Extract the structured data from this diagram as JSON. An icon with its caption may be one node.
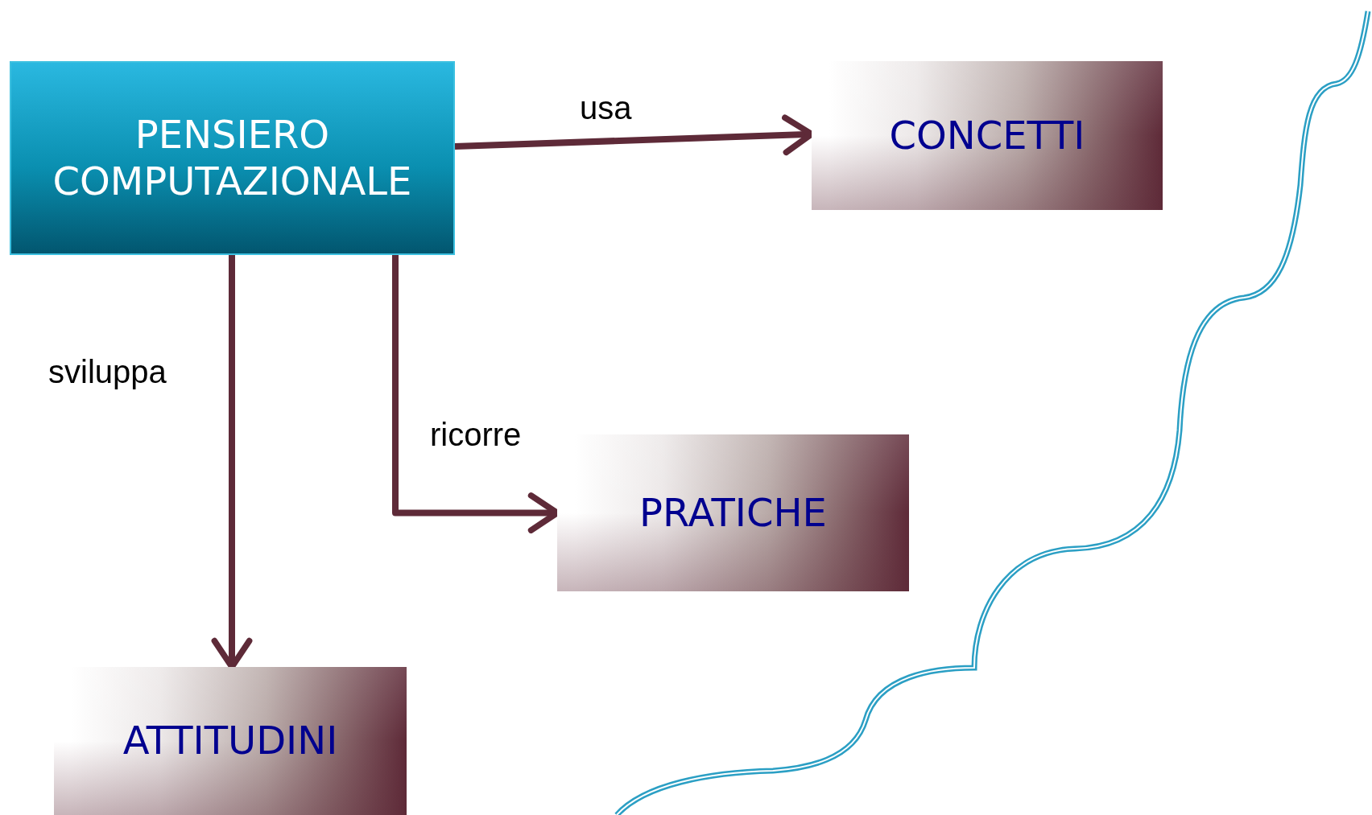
{
  "diagram": {
    "nodes": [
      {
        "text": [
          "PENSIERO COMPUTAZIONALE"
        ]
      },
      {
        "text": [
          "CONCETTI"
        ]
      },
      {
        "text": [
          "PRATICHE"
        ]
      },
      {
        "text": [
          "ATTITUDINI"
        ]
      }
    ],
    "edges": [
      {
        "from": 0,
        "to": 1,
        "arrow": "to",
        "label": "usa"
      },
      {
        "from": 0,
        "to": 3,
        "arrow": "to",
        "label": "sviluppa"
      },
      {
        "from": 0,
        "to": 2,
        "arrow": "to",
        "label": "ricorre"
      }
    ]
  }
}
